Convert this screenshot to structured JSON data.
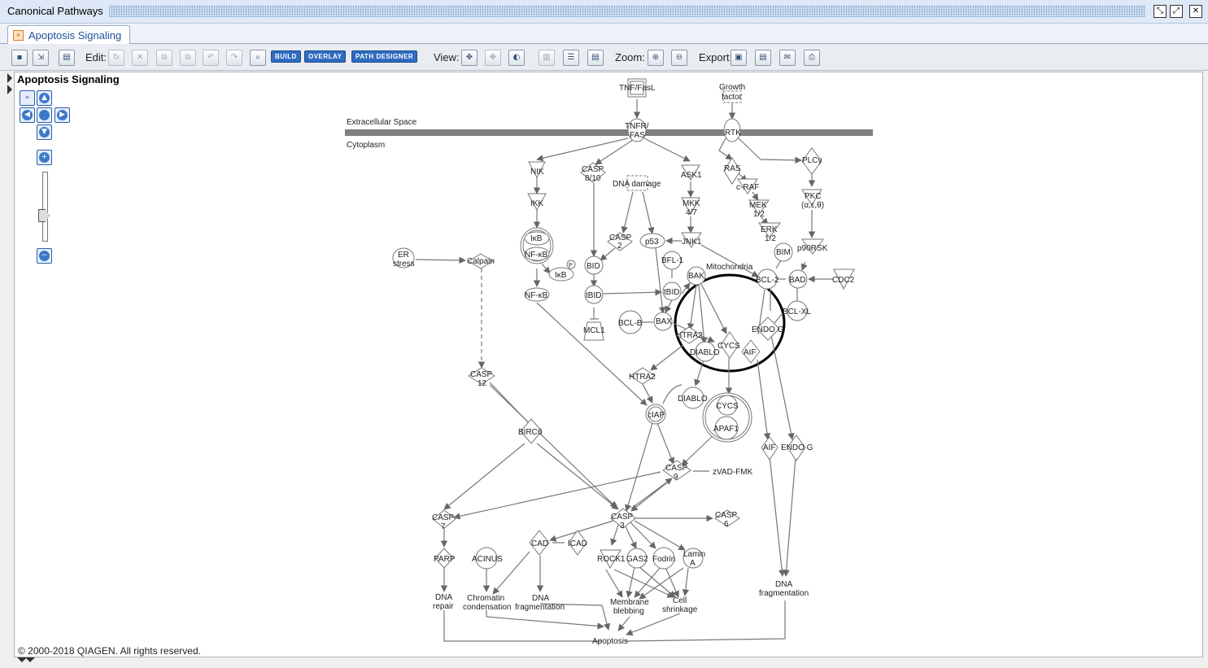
{
  "window": {
    "title": "Canonical Pathways"
  },
  "tab": {
    "label": "Apoptosis Signaling"
  },
  "toolbar": {
    "edit_label": "Edit:",
    "view_label": "View:",
    "zoom_label": "Zoom:",
    "export_label": "Export:",
    "build_label": "BUILD",
    "overlay_label": "OVERLAY",
    "path_designer_label": "PATH DESIGNER"
  },
  "panel": {
    "title": "Apoptosis Signaling"
  },
  "footer": {
    "copyright": "© 2000-2018 QIAGEN. All rights reserved."
  },
  "diagram": {
    "compartments": {
      "extracellular": "Extracellular Space",
      "cytoplasm": "Cytoplasm",
      "mitochondria": "Mitochondria"
    },
    "nodes": {
      "tnf": "TNF/FasL",
      "gf1": "Growth",
      "gf2": "factor",
      "tnfr1": "TNFR/",
      "tnfr2": "FAS",
      "rtk": "RTK",
      "nik": "NIK",
      "casp810a": "CASP",
      "casp810b": "8/10",
      "dna_damage": "DNA damage",
      "ask1": "ASK1",
      "ras": "RAS",
      "craf": "c-RAF",
      "plcy": "PLCγ",
      "ikk": "IKK",
      "mkk1": "MKK",
      "mkk2": "4/7",
      "mek1": "MEK",
      "mek2": "1/2",
      "pkc1": "PKC",
      "pkc2": "(α,ε,θ)",
      "erk1": "ERK",
      "erk2": "1/2",
      "ikb1": "IκB",
      "nfkb1": "NF-κB",
      "ikb2": "IκB",
      "p_mark": "P",
      "casp2a": "CASP",
      "casp2b": "2",
      "p53": "p53",
      "jnk1": "JNK1",
      "bim": "BIM",
      "p90rsk": "p90RSK",
      "er1": "ER",
      "er2": "stress",
      "calpain": "Calpain",
      "bid": "BID",
      "bfl1": "BFL-1",
      "bak": "BAK",
      "bcl2": "BCL-2",
      "bad": "BAD",
      "cdc2": "CDC2",
      "nfkb2": "NF-κB",
      "tbid1": "tBID",
      "tbid2": "tBID",
      "bclxl": "BCL-XL",
      "mcl1": "MCL1",
      "bclb": "BCL-B",
      "bax": "BAX",
      "endog1": "ENDO G",
      "htra2a": "HTRA2",
      "cycs1": "CYCS",
      "diablo1": "DIABLO",
      "aif1": "AIF",
      "htra2b": "HTRA2",
      "casp12a": "CASP",
      "casp12b": "12",
      "diablo2": "DIABLO",
      "cycs2": "CYCS",
      "apaf1": "APAF1",
      "ciap": "cIAP",
      "birc6": "BIRC6",
      "aif2": "AIF",
      "endog2": "ENDO G",
      "casp9a": "CASP",
      "casp9b": "9",
      "zvad": "zVAD-FMK",
      "casp7a": "CASP",
      "casp7b": "7",
      "casp3a": "CASP",
      "casp3b": "3",
      "casp6a": "CASP",
      "casp6b": "6",
      "cad": "CAD",
      "icad": "ICAD",
      "parp": "PARP",
      "acinus": "ACINUS",
      "rock1": "ROCK1",
      "gas2": "GAS2",
      "fodrin": "Fodrin",
      "lamin1": "Lamin",
      "lamin2": "A",
      "dnafrag_r1": "DNA",
      "dnafrag_r2": "fragmentation",
      "dnarep1": "DNA",
      "dnarep2": "repair",
      "chrom1": "Chromatin",
      "chrom2": "condensation",
      "dnafrag1": "DNA",
      "dnafrag2": "fragmentation",
      "memb1": "Membrane",
      "memb2": "blebbing",
      "cell1": "Cell",
      "cell2": "shrinkage",
      "apoptosis": "Apoptosis"
    }
  }
}
